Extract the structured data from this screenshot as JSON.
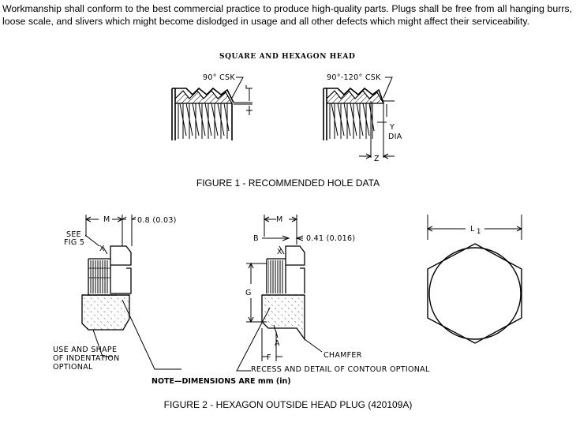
{
  "intro_text": "Workmanship shall conform to the best commercial practice to produce high-quality parts.  Plugs shall be free from all hanging burrs, loose scale, and slivers which might become dislodged in usage and all other defects which might affect their serviceability.",
  "figure1": {
    "title": "SQUARE AND HEXAGON HEAD",
    "left_label": "90° CSK",
    "right_label": "90°-120° CSK",
    "y_label": "Y",
    "dia_label": "DIA",
    "z_label": "Z",
    "caption": "FIGURE 1 - RECOMMENDED HOLE DATA"
  },
  "figure2": {
    "left": {
      "m_label": "M",
      "dim_label": "0.8 (0.03)",
      "see_label": "SEE",
      "fig_label": "FIG 5",
      "x_label": "X",
      "note_line1": "USE AND SHAPE",
      "note_line2": "OF INDENTATION",
      "note_line3": "OPTIONAL"
    },
    "middle": {
      "m_label": "M",
      "b_label": "B",
      "dim_label": "0.41 (0.016)",
      "x_label": "X",
      "g_label": "G",
      "a_label": "A",
      "f_label": "F",
      "chamfer_label": "CHAMFER",
      "recess_label": "RECESS AND DETAIL OF CONTOUR OPTIONAL"
    },
    "right": {
      "l_label": "L",
      "l_sub": "1"
    },
    "dimensions_note": "NOTE—DIMENSIONS ARE mm (in)",
    "caption": "FIGURE 2 - HEXAGON OUTSIDE HEAD PLUG (420109A)"
  }
}
